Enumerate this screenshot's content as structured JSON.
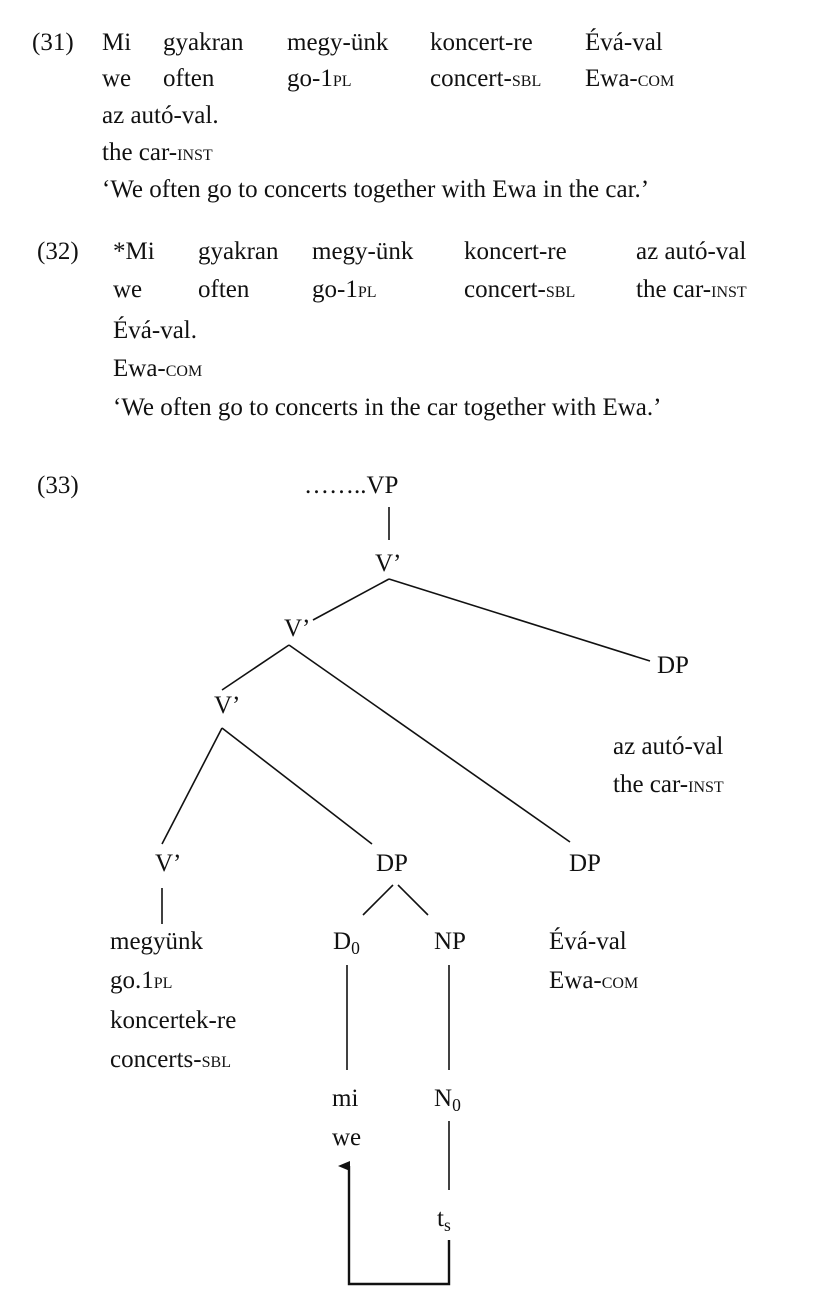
{
  "ex31": {
    "number": "(31)",
    "line1": [
      "Mi",
      "gyakran",
      "megy-ünk",
      "koncert-re",
      "Évá-val"
    ],
    "line2": [
      {
        "stem": "we",
        "gloss": ""
      },
      {
        "stem": "often",
        "gloss": ""
      },
      {
        "stem": "go-1",
        "gloss": "pl"
      },
      {
        "stem": "concert-",
        "gloss": "sbl"
      },
      {
        "stem": "Ewa-",
        "gloss": "com"
      }
    ],
    "line3": "az autó-val.",
    "line4": {
      "stem": "the car-",
      "gloss": "inst"
    },
    "translation": "‘We often go to concerts together with Ewa in the car.’"
  },
  "ex32": {
    "number": "(32)",
    "line1": [
      "*Mi",
      "gyakran",
      "megy-ünk",
      "koncert-re",
      "az autó-val"
    ],
    "line2": [
      {
        "stem": "we",
        "gloss": ""
      },
      {
        "stem": "often",
        "gloss": ""
      },
      {
        "stem": "go-1",
        "gloss": "pl"
      },
      {
        "stem": "concert-",
        "gloss": "sbl"
      },
      {
        "stem": "the car-",
        "gloss": "inst"
      }
    ],
    "line3": "Évá-val.",
    "line4": {
      "stem": "Ewa-",
      "gloss": "com"
    },
    "translation": "‘We often go to concerts in the car together with Ewa.’"
  },
  "ex33": {
    "number": "(33)",
    "nodes": {
      "vp": "……..VP",
      "v1": "V’",
      "v2": "V’",
      "v3": "V’",
      "v4": "V’",
      "dp_right": "DP",
      "dp_mid": "DP",
      "dp_low_right": "DP",
      "d0": {
        "base": "D",
        "sub": "0"
      },
      "np": "NP",
      "n0": {
        "base": "N",
        "sub": "0"
      },
      "trace": {
        "base": "t",
        "sub": "s"
      }
    },
    "leaves": {
      "dp_right_word": "az autó-val",
      "dp_right_gloss": {
        "stem": "the car-",
        "gloss": "inst"
      },
      "verb_word": "megyünk",
      "verb_gloss": {
        "stem": "go.1",
        "gloss": "pl"
      },
      "obj_word": "koncertek-re",
      "obj_gloss": {
        "stem": "concerts-",
        "gloss": "sbl"
      },
      "com_word": "Évá-val",
      "com_gloss": {
        "stem": "Ewa-",
        "gloss": "com"
      },
      "pron_word": "mi",
      "pron_gloss": "we"
    }
  }
}
